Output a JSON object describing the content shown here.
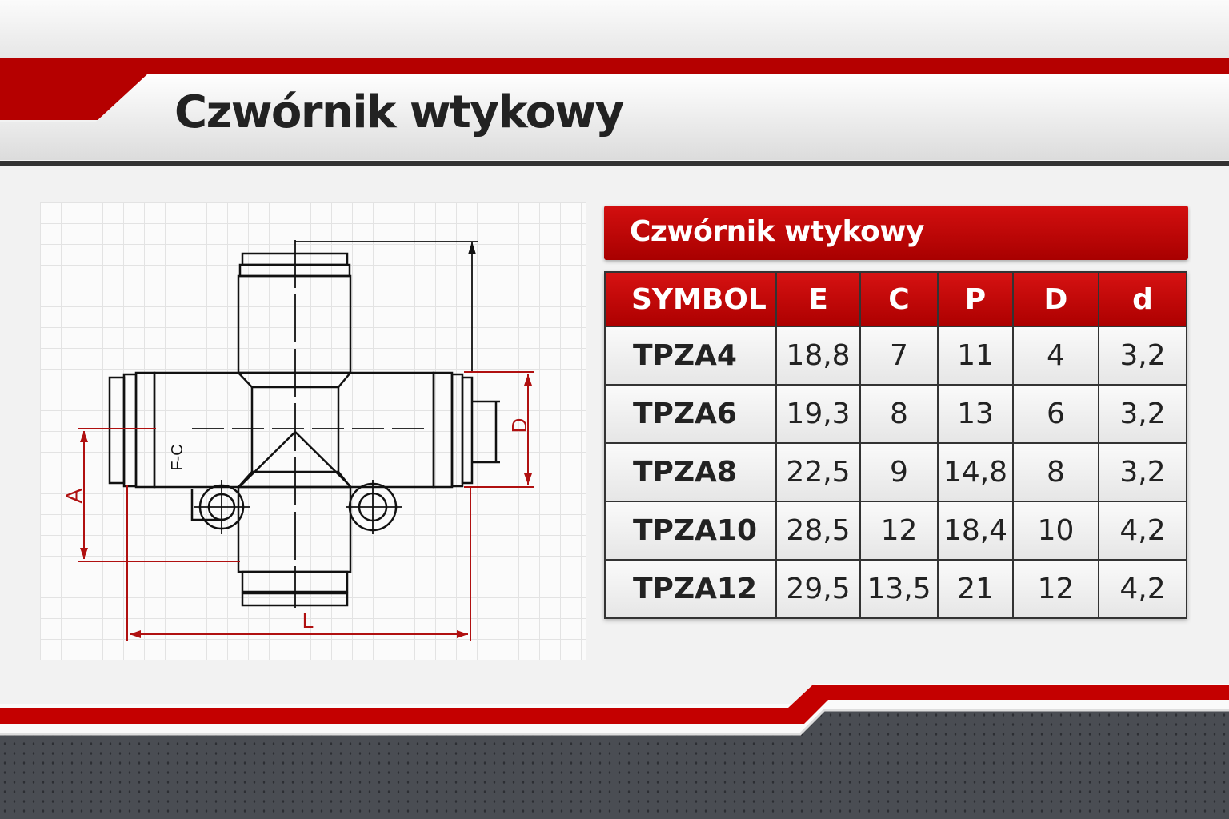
{
  "header": {
    "title": "Czwórnik wtykowy"
  },
  "drawing": {
    "labels": {
      "A": "A",
      "L": "L",
      "D": "D",
      "FC": "F-C"
    }
  },
  "table": {
    "title": "Czwórnik wtykowy",
    "columns": [
      "SYMBOL",
      "E",
      "C",
      "P",
      "D",
      "d"
    ],
    "rows": [
      [
        "TPZA4",
        "18,8",
        "7",
        "11",
        "4",
        "3,2"
      ],
      [
        "TPZA6",
        "19,3",
        "8",
        "13",
        "6",
        "3,2"
      ],
      [
        "TPZA8",
        "22,5",
        "9",
        "14,8",
        "8",
        "3,2"
      ],
      [
        "TPZA10",
        "28,5",
        "12",
        "18,4",
        "10",
        "4,2"
      ],
      [
        "TPZA12",
        "29,5",
        "13,5",
        "21",
        "12",
        "4,2"
      ]
    ]
  },
  "colors": {
    "accent": "#c40000",
    "dark": "#4a4d53",
    "text": "#222222"
  }
}
